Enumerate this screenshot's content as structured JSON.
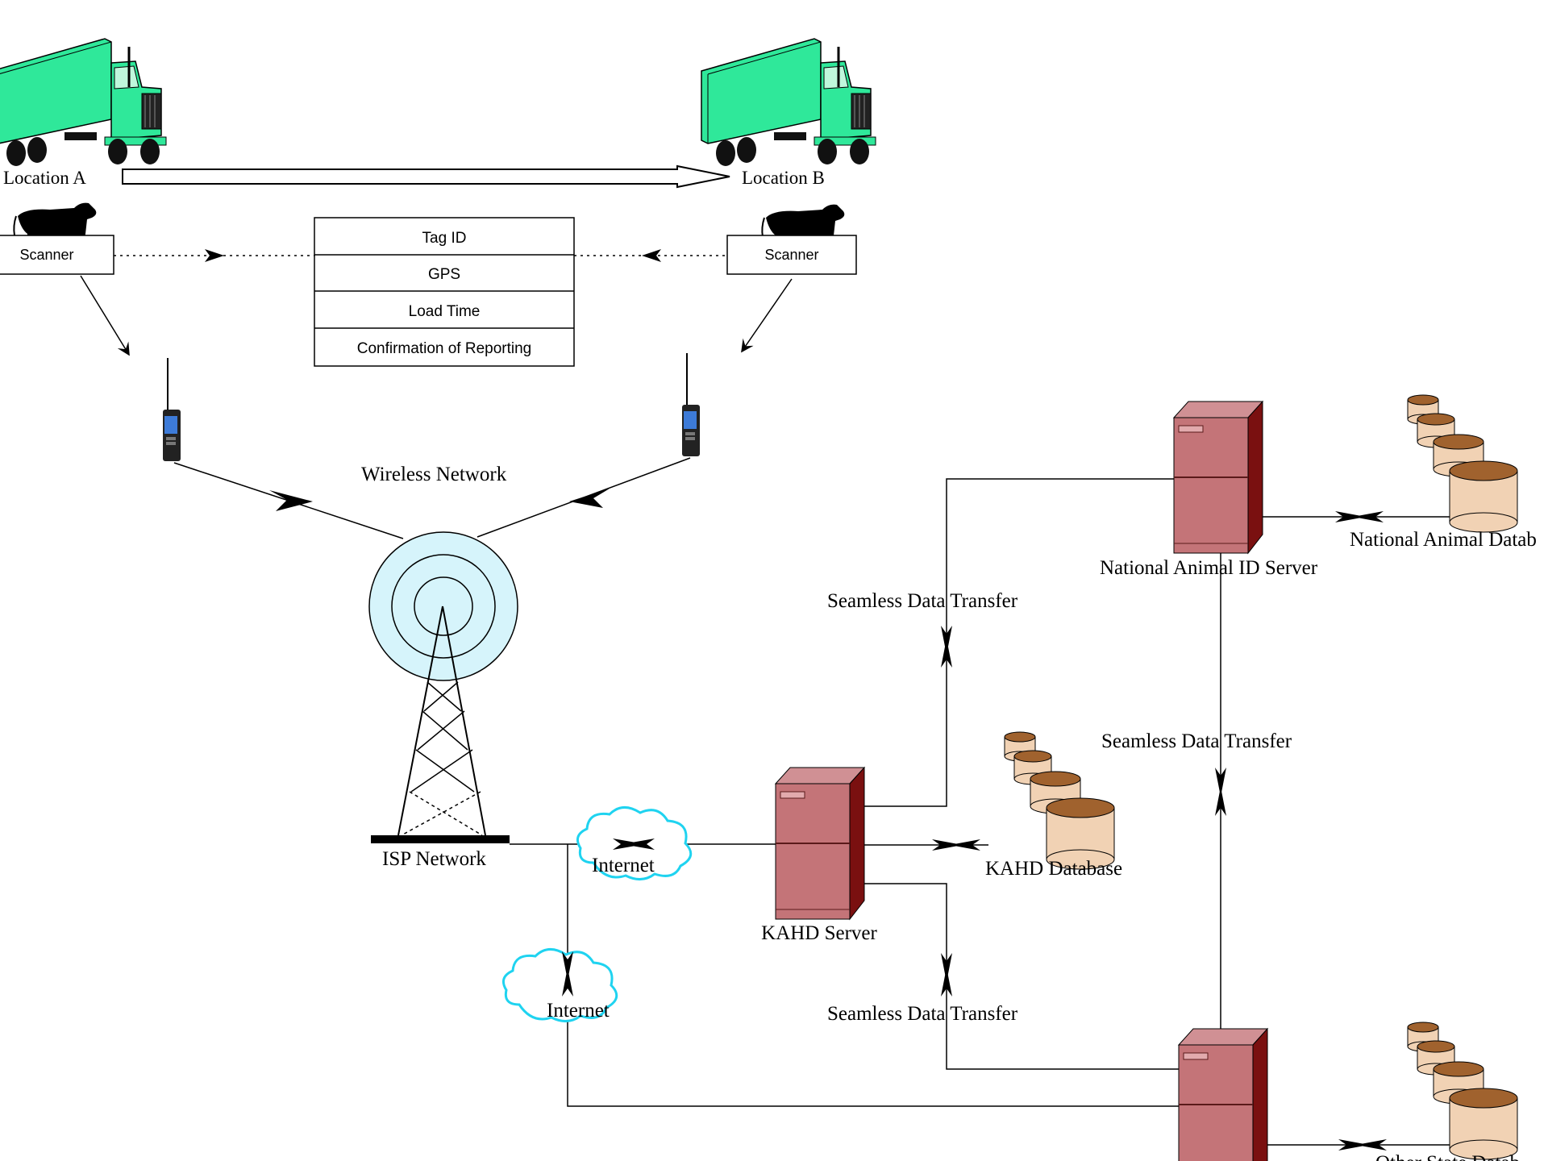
{
  "labels": {
    "location_a": "Location A",
    "location_b": "Location B",
    "scanner_left": "Scanner",
    "scanner_right": "Scanner",
    "wireless_network": "Wireless Network",
    "isp_network": "ISP Network",
    "internet_1": "Internet",
    "internet_2": "Internet",
    "kahd_server": "KAHD Server",
    "kahd_database": "KAHD Database",
    "national_server": "National Animal ID Server",
    "national_database": "National Animal Datab",
    "other_state_database": "Other State Datab",
    "seamless_1": "Seamless Data Transfer",
    "seamless_2": "Seamless Data Transfer",
    "seamless_3": "Seamless Data Transfer"
  },
  "record_fields": [
    "Tag ID",
    "GPS",
    "Load Time",
    "Confirmation of Reporting"
  ],
  "colors": {
    "truck": "#2fe89a",
    "server": "#c47478",
    "server_dark": "#7a1010",
    "db_top": "#a0622e",
    "db_body": "#f1d2b4",
    "cloud": "#1fd3f0",
    "tower_wave": "#d6f4fb",
    "ink": "#000000"
  },
  "icons": [
    "truck-icon",
    "cow-icon",
    "radio-icon",
    "tower-icon",
    "cloud-icon",
    "server-icon",
    "database-icon"
  ]
}
